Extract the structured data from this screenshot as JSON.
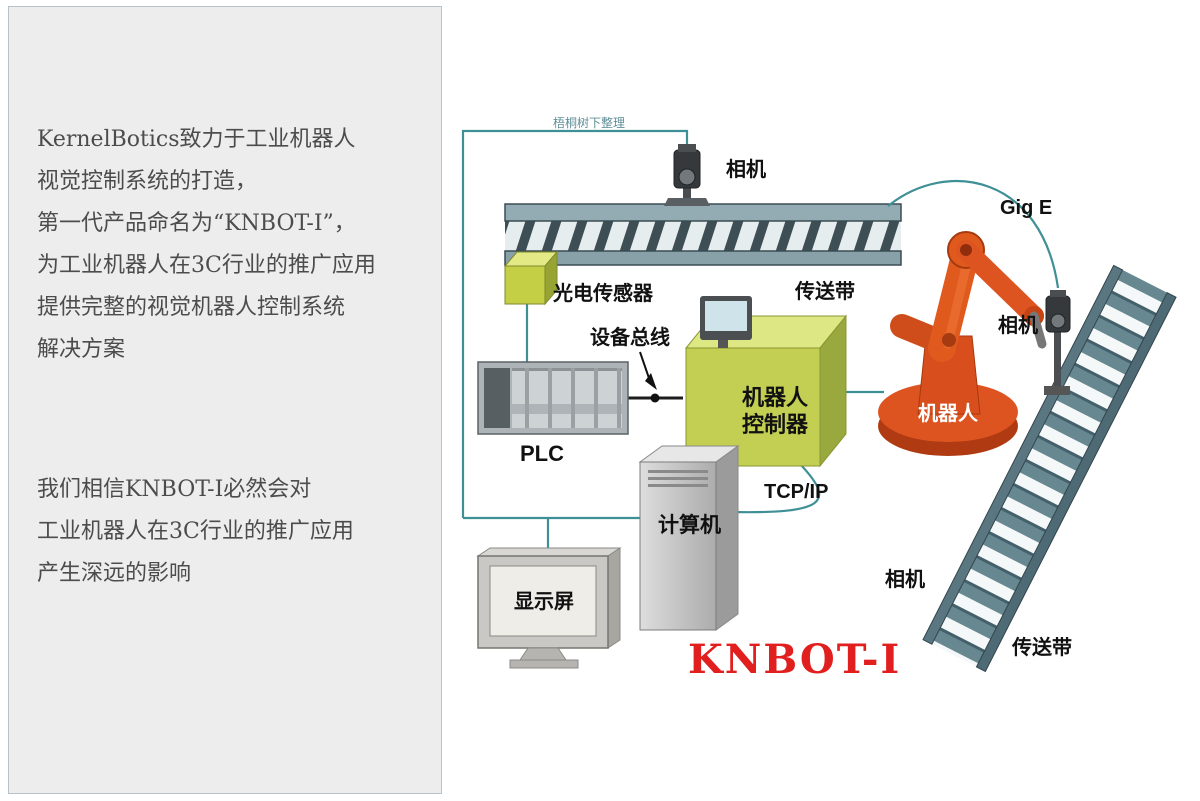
{
  "left_panel": {
    "paragraph1": "KernelBotics致力于工业机器人\n视觉控制系统的打造，\n第一代产品命名为“KNBOT-I”，\n为工业机器人在3C行业的推广应用\n提供完整的视觉机器人控制系统\n解决方案",
    "paragraph2": "我们相信KNBOT-I必然会对\n工业机器人在3C行业的推广应用\n产生深远的影响"
  },
  "diagram": {
    "watermark": "梧桐树下整理",
    "labels": {
      "camera_top": "相机",
      "gig_e": "Gig E",
      "conveyor_top": "传送带",
      "photoelectric_sensor": "光电传感器",
      "device_bus": "设备总线",
      "plc": "PLC",
      "robot_controller": "机器人\n控制器",
      "tcp_ip": "TCP/IP",
      "robot": "机器人",
      "camera_right": "相机",
      "camera_mid": "相机",
      "computer": "计算机",
      "monitor": "显示屏",
      "conveyor_right": "传送带",
      "title": "KNBOT-Ⅰ"
    },
    "colors": {
      "title_red": "#e21f1f",
      "line_teal": "#3f9096",
      "controller_green": "#c3cf52",
      "robot_orange": "#e0561e",
      "panel_bg": "#ededed"
    }
  }
}
